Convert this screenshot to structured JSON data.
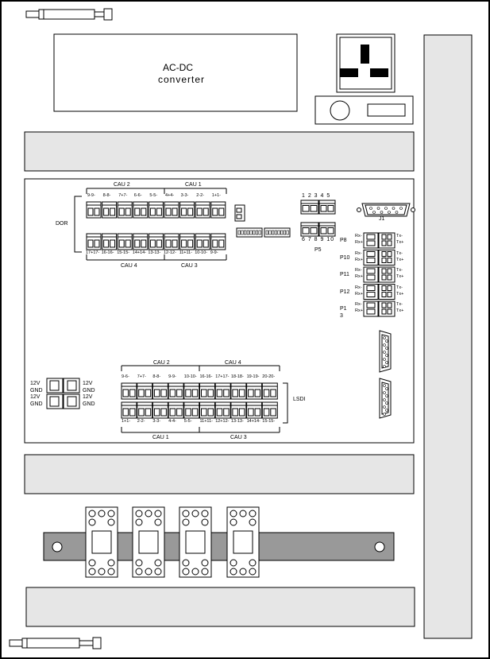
{
  "converter": {
    "line1": "AC-DC",
    "line2": "converter"
  },
  "dor": {
    "label": "DOR",
    "top_groups": [
      "CAU 2",
      "CAU 1"
    ],
    "bottom_groups": [
      "CAU 4",
      "CAU 3"
    ],
    "top_pins": [
      "9-9-",
      "8-8-",
      "7+7-",
      "6-6-",
      "5-5-",
      "4+4-",
      "3-3-",
      "2-2-",
      "1+1-"
    ],
    "bottom_pins": [
      "17+17-",
      "16-16-",
      "15-15-",
      "14+14-",
      "13-13-",
      "12-12-",
      "11+11-",
      "10-10-",
      "9-9-"
    ]
  },
  "p5": {
    "label": "P5",
    "top_pins": "1 2 3 4 5",
    "bottom_pins": "6 7 8 9 10"
  },
  "j1": {
    "label": "J1"
  },
  "ports": [
    {
      "name": "P8",
      "left": [
        "Rx-",
        "Rx+"
      ],
      "right": [
        "Tx-",
        "Tx+"
      ]
    },
    {
      "name": "P10",
      "left": [
        "Rx-",
        "Rx+"
      ],
      "right": [
        "Tx-",
        "Tx+"
      ]
    },
    {
      "name": "P11",
      "left": [
        "Rx-",
        "Rx+"
      ],
      "right": [
        "Tx-",
        "Tx+"
      ]
    },
    {
      "name": "P12",
      "left": [
        "Rx-",
        "Rx+"
      ],
      "right": [
        "Tx-",
        "Tx+"
      ]
    },
    {
      "name": "P1\n3",
      "left": [
        "Rx-",
        "Rx+"
      ],
      "right": [
        "Tx-",
        "Tx+"
      ]
    }
  ],
  "power": {
    "left": [
      "12V",
      "GND",
      "12V",
      "GND"
    ],
    "right": [
      "12V",
      "GND",
      "12V",
      "GND"
    ]
  },
  "lsdi": {
    "label": "LSDI",
    "top_groups": [
      "CAU 2",
      "CAU 4"
    ],
    "bottom_groups": [
      "CAU 1",
      "CAU 3"
    ],
    "top_pins": [
      "9-6-",
      "7+7-",
      "8-8-",
      "9-9-",
      "10-10-",
      "16-16-",
      "17+17-",
      "18-18-",
      "19-19-",
      "20-20-"
    ],
    "bottom_pins": [
      "1+1-",
      "2-2-",
      "3-3-",
      "4-4-",
      "5-5-",
      "11+11-",
      "12+12-",
      "13-13-",
      "14+14-",
      "15-15-"
    ]
  }
}
